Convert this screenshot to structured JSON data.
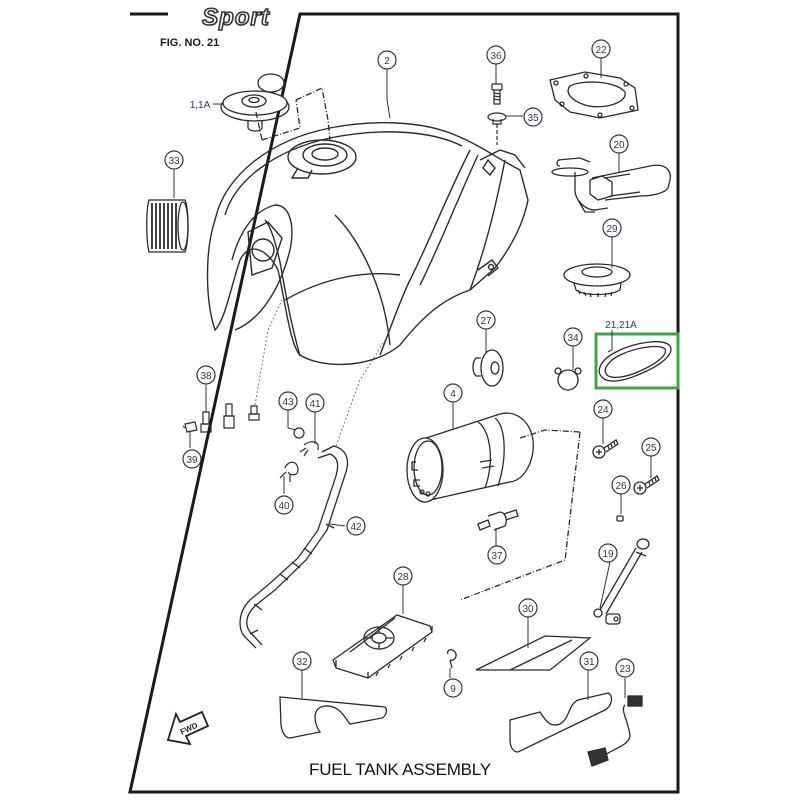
{
  "header": {
    "brand": "Sport",
    "figure": "FIG. NO. 21"
  },
  "title": "FUEL TANK ASSEMBLY",
  "fwd_label": "FWD",
  "highlight": {
    "part": "21,21A",
    "color": "#3aa845"
  },
  "colors": {
    "line": "#2b2b2b",
    "callout_text": "#2f3a55",
    "frame": "#1a1a1a"
  },
  "callouts": [
    {
      "id": "1,1A",
      "label": "1,1A",
      "style": "text"
    },
    {
      "id": "2",
      "label": "2"
    },
    {
      "id": "4",
      "label": "4"
    },
    {
      "id": "9",
      "label": "9"
    },
    {
      "id": "19",
      "label": "19"
    },
    {
      "id": "20",
      "label": "20"
    },
    {
      "id": "21,21A",
      "label": "21,21A",
      "style": "text"
    },
    {
      "id": "22",
      "label": "22"
    },
    {
      "id": "23",
      "label": "23"
    },
    {
      "id": "24",
      "label": "24"
    },
    {
      "id": "25",
      "label": "25"
    },
    {
      "id": "26",
      "label": "26"
    },
    {
      "id": "27",
      "label": "27"
    },
    {
      "id": "28",
      "label": "28"
    },
    {
      "id": "29",
      "label": "29"
    },
    {
      "id": "30",
      "label": "30"
    },
    {
      "id": "31",
      "label": "31"
    },
    {
      "id": "32",
      "label": "32"
    },
    {
      "id": "33",
      "label": "33"
    },
    {
      "id": "34",
      "label": "34"
    },
    {
      "id": "35",
      "label": "35"
    },
    {
      "id": "36",
      "label": "36"
    },
    {
      "id": "37",
      "label": "37"
    },
    {
      "id": "38",
      "label": "38"
    },
    {
      "id": "39",
      "label": "39"
    },
    {
      "id": "40",
      "label": "40"
    },
    {
      "id": "41",
      "label": "41"
    },
    {
      "id": "42",
      "label": "42"
    },
    {
      "id": "43",
      "label": "43"
    }
  ]
}
